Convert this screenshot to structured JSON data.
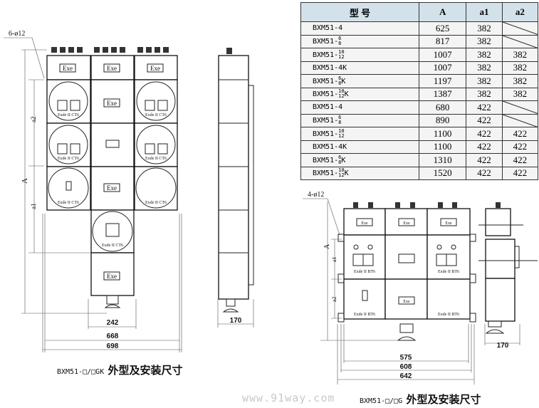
{
  "table": {
    "headers": [
      "型 号",
      "A",
      "a1",
      "a2"
    ],
    "rows": [
      {
        "prefix": "BXM51-4",
        "num": "",
        "den": "",
        "suffix": "",
        "A": "625",
        "a1": "382",
        "a2": ""
      },
      {
        "prefix": "BXM51-",
        "num": "6",
        "den": "8",
        "suffix": "",
        "A": "817",
        "a1": "382",
        "a2": ""
      },
      {
        "prefix": "BXM51-",
        "num": "10",
        "den": "12",
        "suffix": "",
        "A": "1007",
        "a1": "382",
        "a2": "382"
      },
      {
        "prefix": "BXM51-4K",
        "num": "",
        "den": "",
        "suffix": "",
        "A": "1007",
        "a1": "382",
        "a2": "382"
      },
      {
        "prefix": "BXM51-",
        "num": "6",
        "den": "8",
        "suffix": "K",
        "A": "1197",
        "a1": "382",
        "a2": "382"
      },
      {
        "prefix": "BXM51-",
        "num": "10",
        "den": "12",
        "suffix": "K",
        "A": "1387",
        "a1": "382",
        "a2": "382"
      },
      {
        "prefix": "BXM51-4",
        "num": "",
        "den": "",
        "suffix": "",
        "A": "680",
        "a1": "422",
        "a2": ""
      },
      {
        "prefix": "BXM51-",
        "num": "6",
        "den": "8",
        "suffix": "",
        "A": "890",
        "a1": "422",
        "a2": ""
      },
      {
        "prefix": "BXM51-",
        "num": "10",
        "den": "12",
        "suffix": "",
        "A": "1100",
        "a1": "422",
        "a2": "422"
      },
      {
        "prefix": "BXM51-4K",
        "num": "",
        "den": "",
        "suffix": "",
        "A": "1100",
        "a1": "422",
        "a2": "422"
      },
      {
        "prefix": "BXM51-",
        "num": "6",
        "den": "8",
        "suffix": "K",
        "A": "1310",
        "a1": "422",
        "a2": "422"
      },
      {
        "prefix": "BXM51-",
        "num": "10",
        "den": "12",
        "suffix": "K",
        "A": "1520",
        "a1": "422",
        "a2": "422"
      }
    ]
  },
  "left_drawing": {
    "holes": "6-ø12",
    "exe": "Exe",
    "marking": "Exde II CT6",
    "dims": {
      "A": "A",
      "a1": "a1",
      "a2": "a2",
      "w1": "242",
      "w2": "668",
      "w3": "698",
      "depth": "170"
    },
    "caption_model": "BXM51-□/□GK",
    "caption_text": "外型及安装尺寸"
  },
  "right_drawing": {
    "holes": "4-ø12",
    "exe": "Exe",
    "marking": "Exde II BT6",
    "dims": {
      "A": "A",
      "a1": "a1",
      "a2": "a2",
      "w1": "575",
      "w2": "608",
      "w3": "642",
      "depth": "170"
    },
    "caption_model": "BXM51-□/□G",
    "caption_text": "外型及安装尺寸"
  },
  "watermark": "www.91way.com"
}
